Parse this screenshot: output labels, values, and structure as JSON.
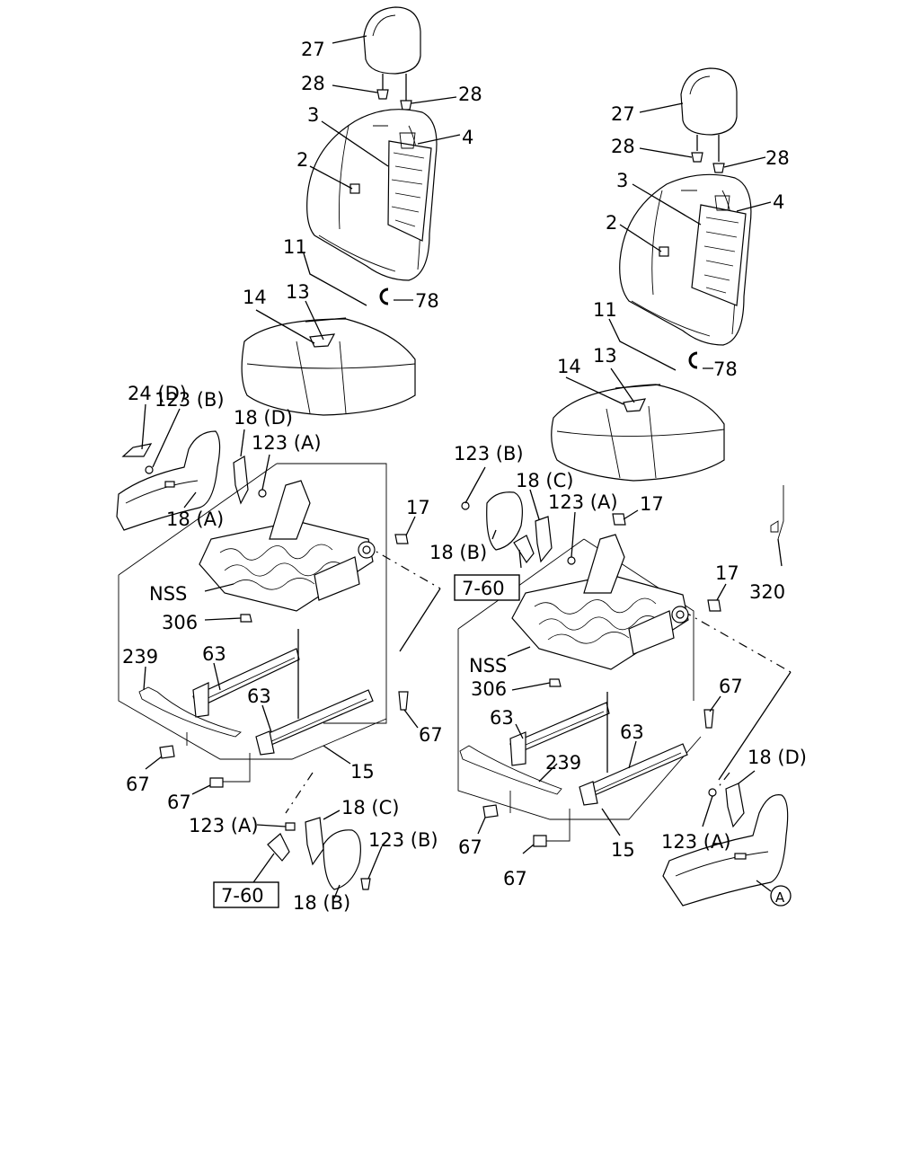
{
  "left_seat": {
    "labels": {
      "headrest": "27",
      "guide_left": "28",
      "guide_right": "28",
      "back_frame": "3",
      "back_pad": "4",
      "back_cover": "2",
      "hog_ring_back": "11",
      "clip_back": "78",
      "cushion_pad": "14",
      "cushion_cover": "13",
      "cover_d": "24 (D)",
      "screw_b_top": "123 (B)",
      "cover_18d": "18 (D)",
      "screw_a_top": "123 (A)",
      "cover_18a": "18 (A)",
      "bolt_17": "17",
      "frame_nss": "NSS",
      "nut_306": "306",
      "wire_239": "239",
      "rail_63_a": "63",
      "rail_63_b": "63",
      "bolt_67_right": "67",
      "bolt_67_left": "67",
      "bolt_67_bottom": "67",
      "adjuster_15": "15",
      "screw_a_bottom": "123 (A)",
      "cover_18c": "18 (C)",
      "screw_b_bottom": "123 (B)",
      "cover_18b": "18 (B)",
      "ref_box": "7-60"
    }
  },
  "right_seat": {
    "labels": {
      "headrest": "27",
      "guide_left": "28",
      "guide_right": "28",
      "back_frame": "3",
      "back_pad": "4",
      "back_cover": "2",
      "hog_ring_back": "11",
      "clip_back": "78",
      "cushion_pad": "14",
      "cushion_cover": "13",
      "screw_b": "123 (B)",
      "cover_18c": "18 (C)",
      "screw_a": "123 (A)",
      "bolt_17_top": "17",
      "cover_18b": "18 (B)",
      "ref_box": "7-60",
      "bolt_17_mid": "17",
      "wire_320": "320",
      "frame_nss": "NSS",
      "nut_306": "306",
      "rail_63_a": "63",
      "rail_63_b": "63",
      "wire_239": "239",
      "bolt_67_right": "67",
      "bolt_67_left": "67",
      "bolt_67_bottom": "67",
      "adjuster_15": "15",
      "cover_18d": "18 (D)",
      "screw_a_bottom": "123 (A)",
      "circle_ref": "A"
    }
  }
}
